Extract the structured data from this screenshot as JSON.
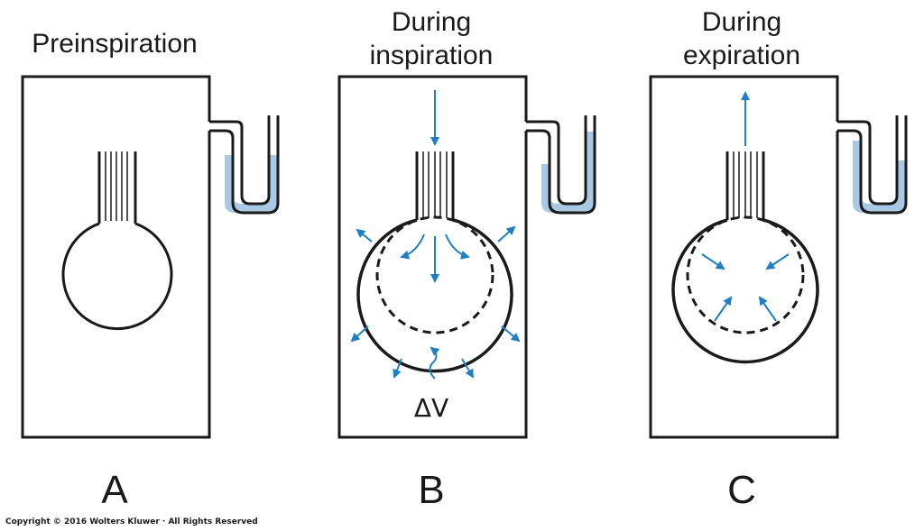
{
  "colors": {
    "water": "#a8c8e6",
    "arrow": "#1f7fc4",
    "ink": "#1a1a1a"
  },
  "panels": [
    {
      "letter": "A",
      "title_lines": [
        "Preinspiration"
      ]
    },
    {
      "letter": "B",
      "title_lines": [
        "During",
        "inspiration"
      ],
      "volume_label": "ΔV"
    },
    {
      "letter": "C",
      "title_lines": [
        "During",
        "expiration"
      ]
    }
  ],
  "copyright": "Copyright © 2016 Wolters Kluwer · All Rights Reserved"
}
